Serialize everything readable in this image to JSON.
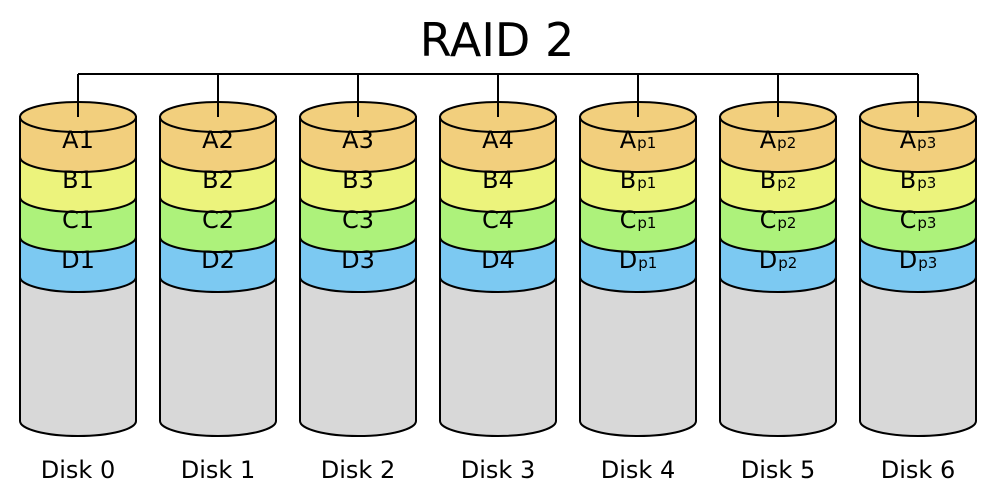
{
  "title": "RAID 2",
  "colors": {
    "A": "#f2cf7d",
    "B": "#ecf37c",
    "C": "#adf27b",
    "D": "#7cc9f2",
    "disk_body": "#d8d8d8",
    "outline": "#000000",
    "bus": "#000000"
  },
  "disks": [
    {
      "name": "Disk 0",
      "blocks": [
        {
          "main": "A1",
          "sub": ""
        },
        {
          "main": "B1",
          "sub": ""
        },
        {
          "main": "C1",
          "sub": ""
        },
        {
          "main": "D1",
          "sub": ""
        }
      ]
    },
    {
      "name": "Disk 1",
      "blocks": [
        {
          "main": "A2",
          "sub": ""
        },
        {
          "main": "B2",
          "sub": ""
        },
        {
          "main": "C2",
          "sub": ""
        },
        {
          "main": "D2",
          "sub": ""
        }
      ]
    },
    {
      "name": "Disk 2",
      "blocks": [
        {
          "main": "A3",
          "sub": ""
        },
        {
          "main": "B3",
          "sub": ""
        },
        {
          "main": "C3",
          "sub": ""
        },
        {
          "main": "D3",
          "sub": ""
        }
      ]
    },
    {
      "name": "Disk 3",
      "blocks": [
        {
          "main": "A4",
          "sub": ""
        },
        {
          "main": "B4",
          "sub": ""
        },
        {
          "main": "C4",
          "sub": ""
        },
        {
          "main": "D4",
          "sub": ""
        }
      ]
    },
    {
      "name": "Disk 4",
      "blocks": [
        {
          "main": "A",
          "sub": "p1"
        },
        {
          "main": "B",
          "sub": "p1"
        },
        {
          "main": "C",
          "sub": "p1"
        },
        {
          "main": "D",
          "sub": "p1"
        }
      ]
    },
    {
      "name": "Disk 5",
      "blocks": [
        {
          "main": "A",
          "sub": "p2"
        },
        {
          "main": "B",
          "sub": "p2"
        },
        {
          "main": "C",
          "sub": "p2"
        },
        {
          "main": "D",
          "sub": "p2"
        }
      ]
    },
    {
      "name": "Disk 6",
      "blocks": [
        {
          "main": "A",
          "sub": "p3"
        },
        {
          "main": "B",
          "sub": "p3"
        },
        {
          "main": "C",
          "sub": "p3"
        },
        {
          "main": "D",
          "sub": "p3"
        }
      ]
    }
  ]
}
